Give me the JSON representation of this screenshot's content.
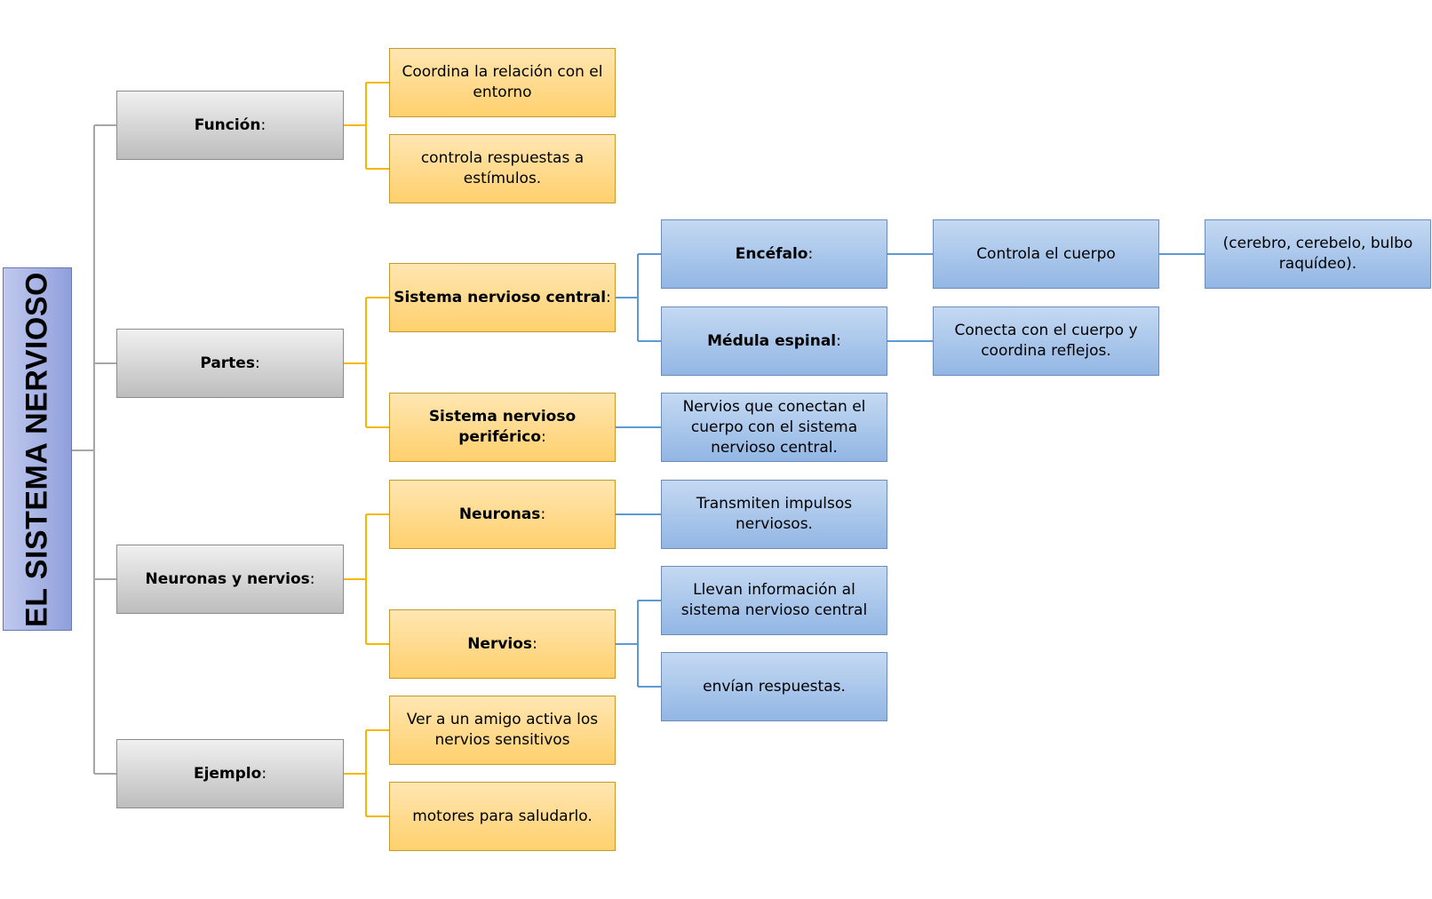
{
  "root": {
    "label": "EL SISTEMA NERVIOSO"
  },
  "colors": {
    "gray_connector": "#a6a6a6",
    "orange_connector": "#f5b800",
    "blue_connector": "#5b9bd5"
  },
  "level1": {
    "funcion": "Función",
    "partes": "Partes",
    "neuronas_nervios": "Neuronas y nervios",
    "ejemplo": "Ejemplo"
  },
  "colon": ":",
  "funcion": {
    "item1": "Coordina la relación con el entorno",
    "item2": "controla respuestas a estímulos."
  },
  "partes": {
    "central": "Sistema nervioso central",
    "periferico": "Sistema nervioso periférico",
    "encefalo": "Encéfalo",
    "medula": "Médula espinal",
    "encefalo_desc": "Controla el cuerpo",
    "encefalo_detail": "(cerebro, cerebelo, bulbo raquídeo).",
    "medula_desc": "Conecta con el cuerpo y coordina reflejos.",
    "periferico_desc": "Nervios que conectan el cuerpo con el sistema nervioso central."
  },
  "neuronas_nervios": {
    "neuronas": "Neuronas",
    "nervios": "Nervios",
    "neuronas_desc": "Transmiten impulsos nerviosos.",
    "nervios_desc1": "Llevan información al sistema nervioso central",
    "nervios_desc2": "envían respuestas."
  },
  "ejemplo": {
    "item1": "Ver a un amigo activa los nervios sensitivos",
    "item2": "motores para saludarlo."
  }
}
